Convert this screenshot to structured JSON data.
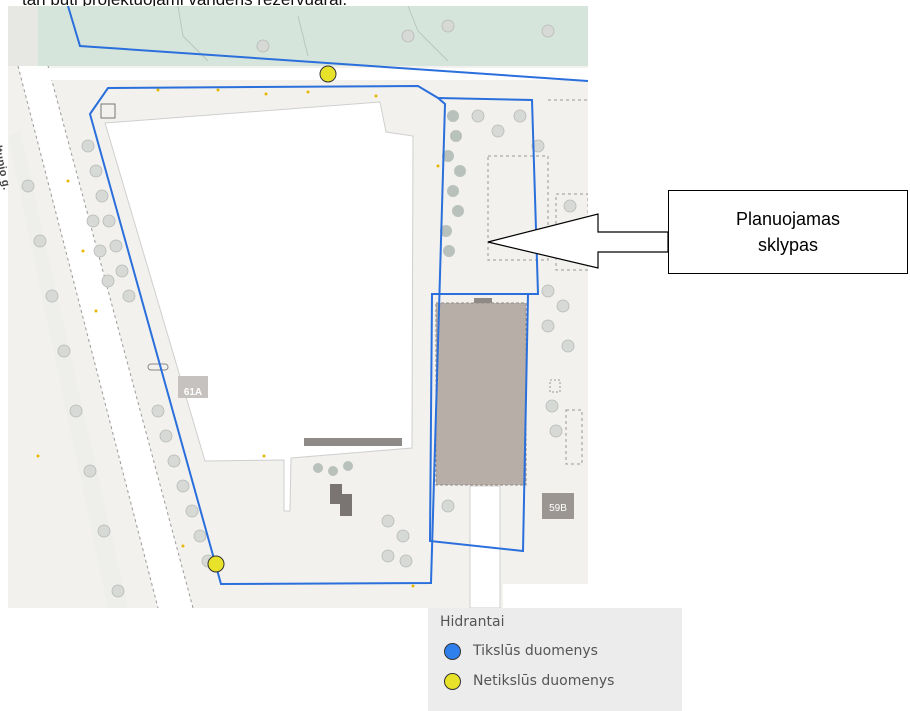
{
  "caption": {
    "text": "tan būti projektuojami vandens rezervuarai."
  },
  "map": {
    "street_label": "Baltupio g.",
    "building_labels": [
      "61A",
      "59B"
    ],
    "colors": {
      "boundary": "#2a6fdb",
      "hydrant_precise": "#2f80ed",
      "hydrant_imprecise": "#e8e22a",
      "building_fill": "#b7aea8",
      "tree": "#c9cfc9",
      "park": "#d6e5dc"
    }
  },
  "callout": {
    "line1": "Planuojamas",
    "line2": "sklypas"
  },
  "legend": {
    "title": "Hidrantai",
    "items": [
      {
        "label": "Tikslūs duomenys",
        "color": "#2f80ed"
      },
      {
        "label": "Netikslūs duomenys",
        "color": "#e8e22a"
      }
    ]
  }
}
